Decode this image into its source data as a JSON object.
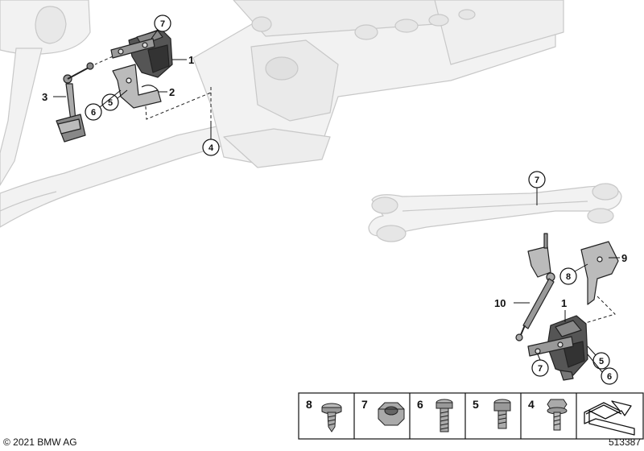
{
  "copyright": "© 2021 BMW AG",
  "diagram_id": "513387",
  "callouts_top": {
    "sensor": "1",
    "bracket": "2",
    "link_rod": "3",
    "frame_point": "4",
    "nut": "5",
    "screw": "6",
    "clip": "7"
  },
  "callouts_bottom": {
    "clip_on_arm": "7",
    "plate_screw": "8",
    "bracket": "9",
    "link_rod": "10",
    "sensor": "1",
    "clip_on_sensor": "7",
    "nut": "5",
    "screw": "6"
  },
  "legend": [
    "8",
    "7",
    "6",
    "5",
    "4"
  ]
}
